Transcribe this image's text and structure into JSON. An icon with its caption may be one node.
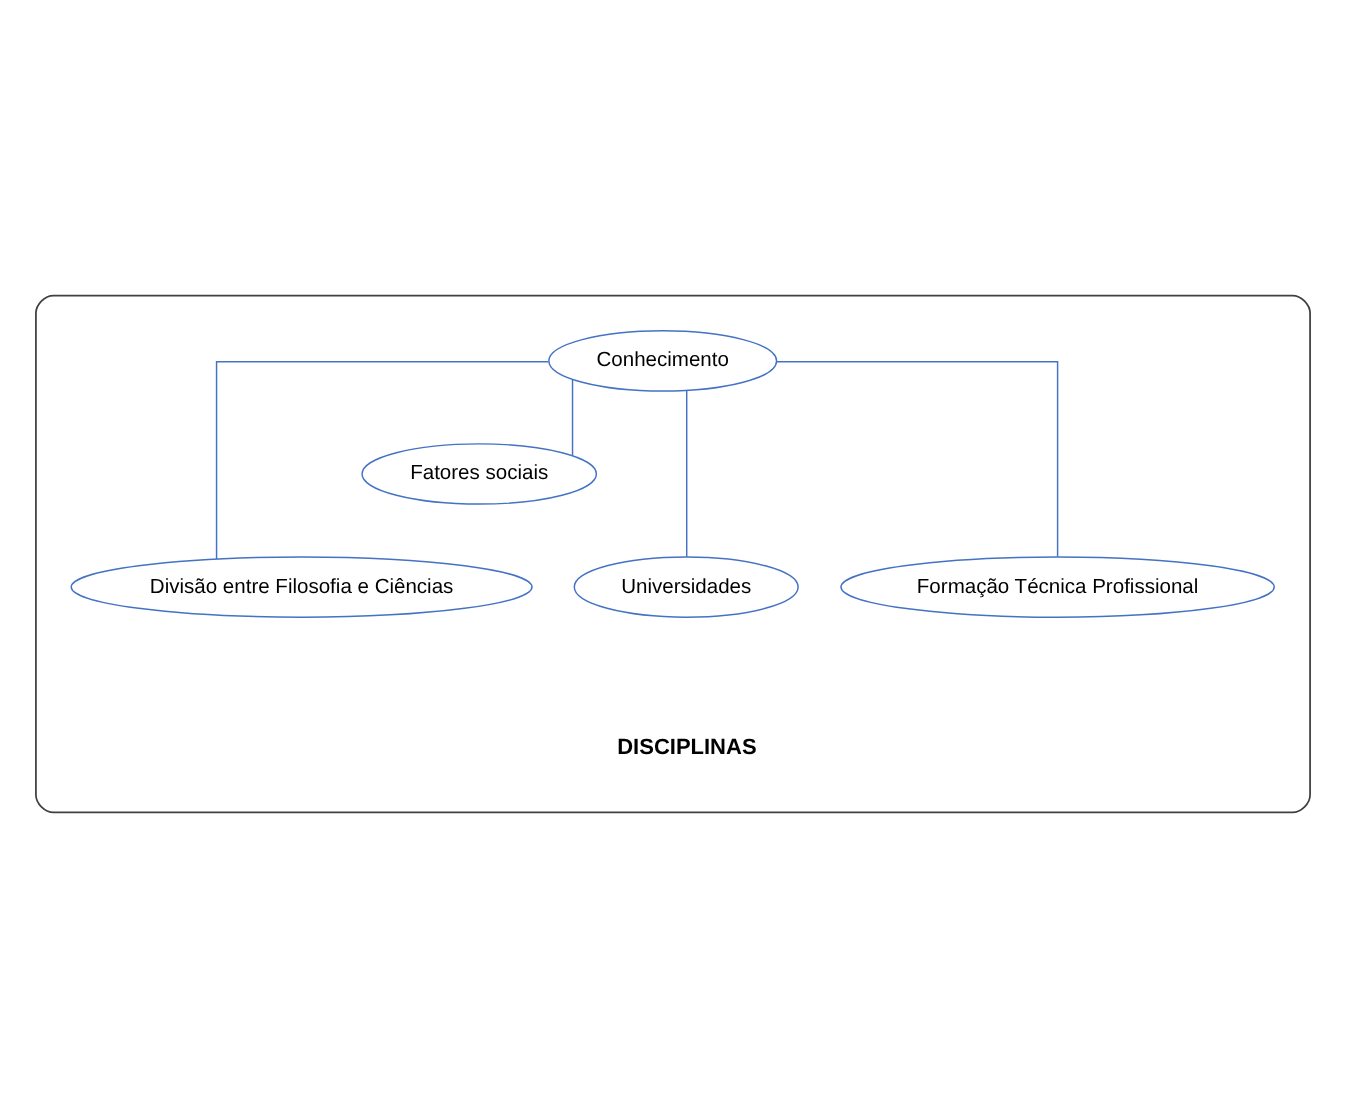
{
  "diagram": {
    "nodes": [
      {
        "text": [],
        "shape": "box"
      },
      {
        "text": [
          "Conhecimento"
        ],
        "in": 0
      },
      {
        "text": [
          "Fatores sociais"
        ],
        "in": 0
      },
      {
        "text": [
          "Divisão entre Filosofia e Ciências"
        ],
        "in": 0
      },
      {
        "text": [
          "Universidades"
        ],
        "in": 0
      },
      {
        "text": [
          "Formação Técnica Profissional"
        ],
        "in": 0
      }
    ],
    "edges": [
      {
        "from": 1,
        "to": 2,
        "arrow": "none"
      },
      {
        "from": 1,
        "to": 3,
        "arrow": "none"
      },
      {
        "from": 1,
        "to": 4,
        "arrow": "none"
      },
      {
        "from": 1,
        "to": 5,
        "arrow": "none"
      }
    ],
    "labels": [
      "DISCIPLINAS"
    ]
  }
}
